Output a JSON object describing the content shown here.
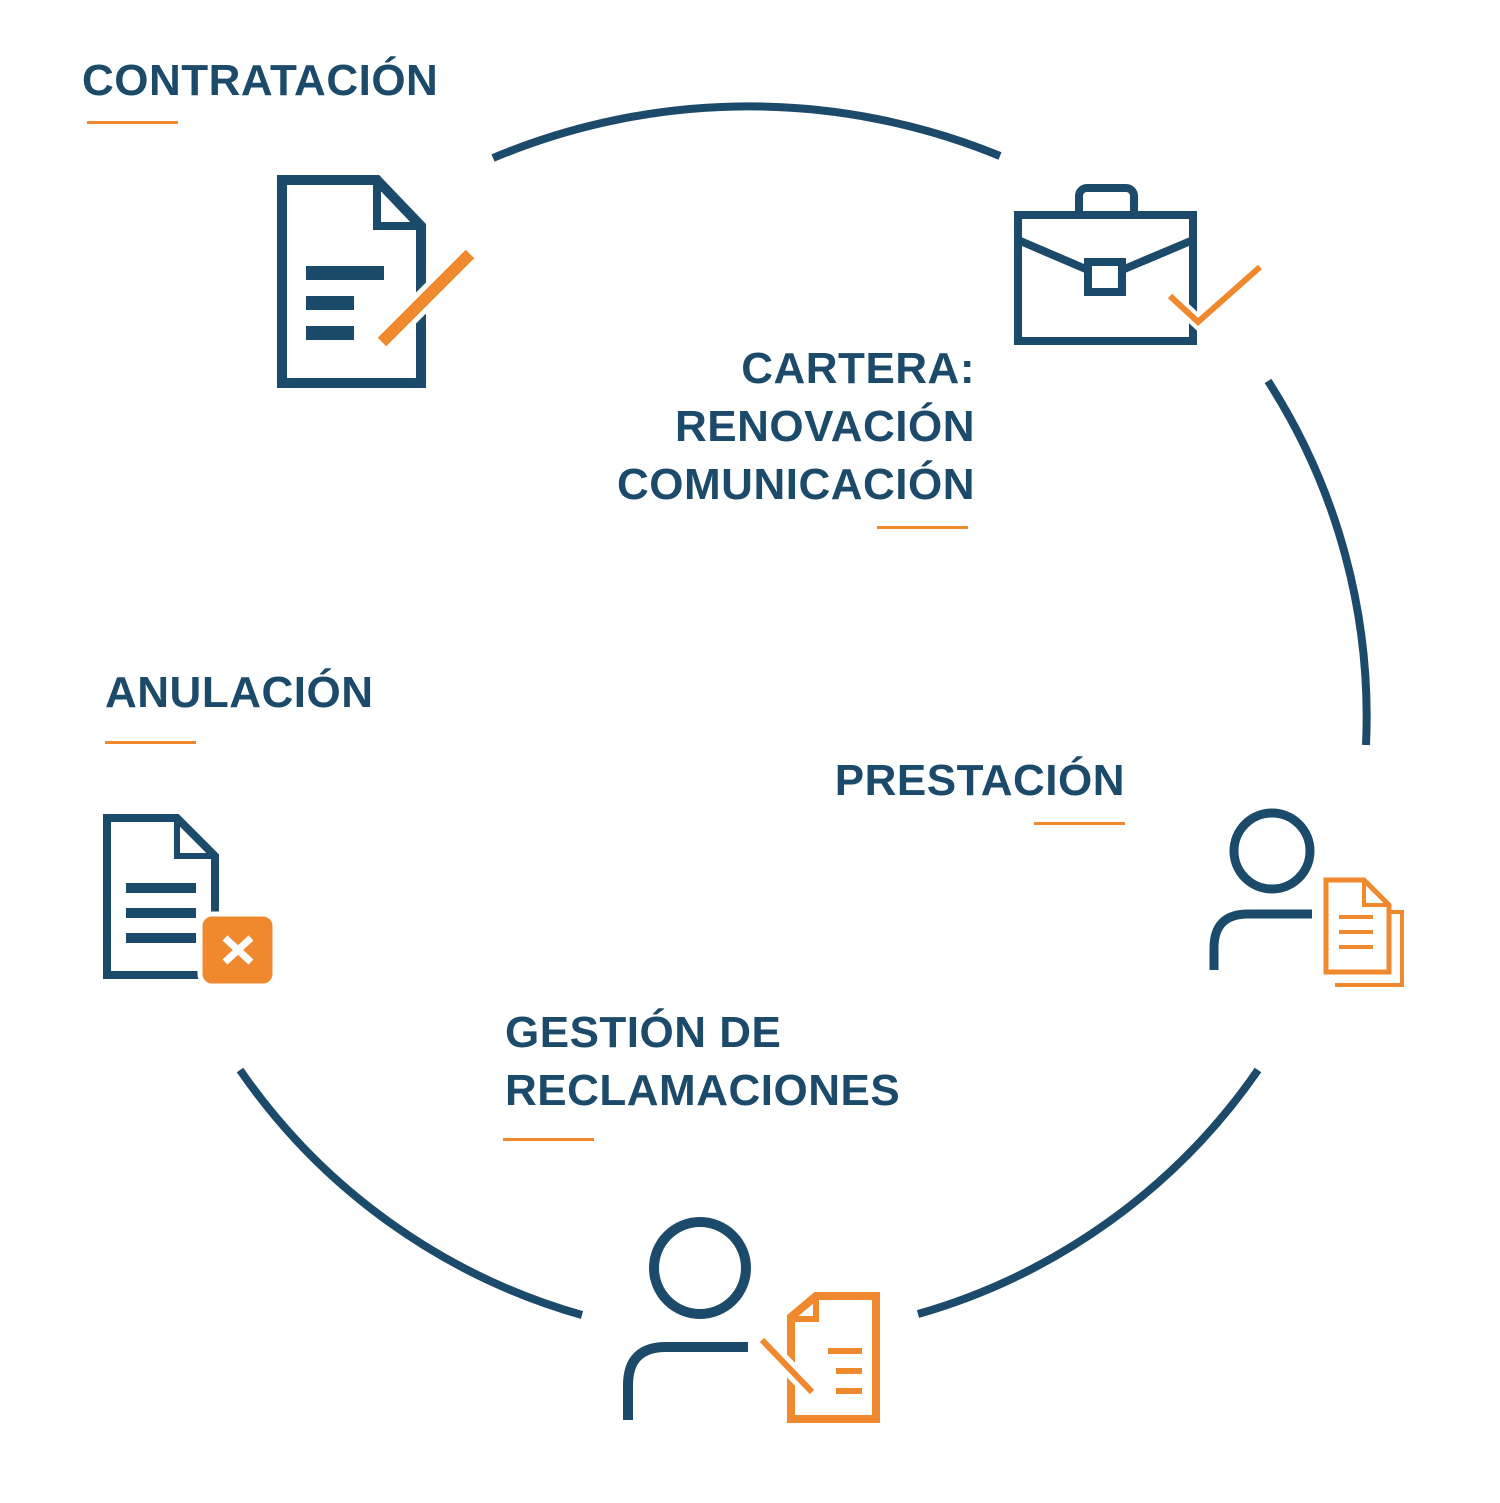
{
  "colors": {
    "primary": "#1c4a6a",
    "accent": "#f0882e",
    "background": "#ffffff"
  },
  "stages": [
    {
      "id": "contratacion",
      "lines": [
        "CONTRATACIÓN"
      ],
      "icon": "document-pen-icon"
    },
    {
      "id": "cartera",
      "lines": [
        "CARTERA:",
        "RENOVACIÓN",
        "COMUNICACIÓN"
      ],
      "icon": "briefcase-check-icon"
    },
    {
      "id": "prestacion",
      "lines": [
        "PRESTACIÓN"
      ],
      "icon": "user-documents-icon"
    },
    {
      "id": "gestion",
      "lines": [
        "GESTIÓN DE",
        "RECLAMACIONES"
      ],
      "icon": "user-document-pen-icon"
    },
    {
      "id": "anulacion",
      "lines": [
        "ANULACIÓN"
      ],
      "icon": "document-cancel-icon"
    }
  ]
}
